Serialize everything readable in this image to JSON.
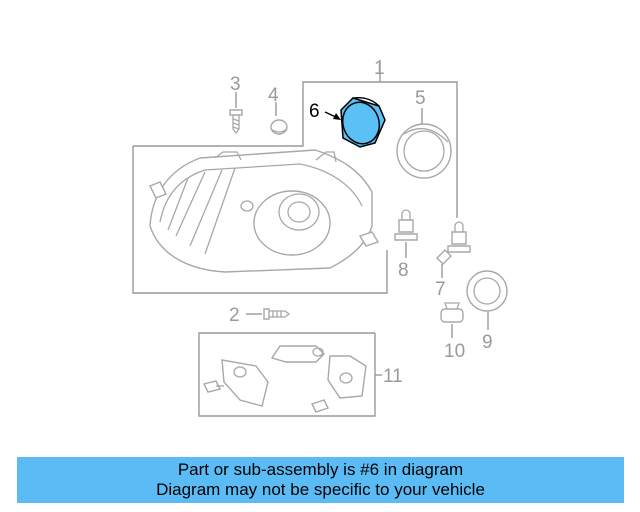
{
  "highlight_color": "#5bc0f5",
  "banner_color": "#5bbcf5",
  "callouts": {
    "c1": "1",
    "c2": "2",
    "c3": "3",
    "c4": "4",
    "c5": "5",
    "c6": "6",
    "c7": "7",
    "c8": "8",
    "c9": "9",
    "c10": "10",
    "c11": "11"
  },
  "banner": {
    "line1": "Part or sub-assembly is #6 in diagram",
    "line2": "Diagram may not be specific to your vehicle"
  }
}
